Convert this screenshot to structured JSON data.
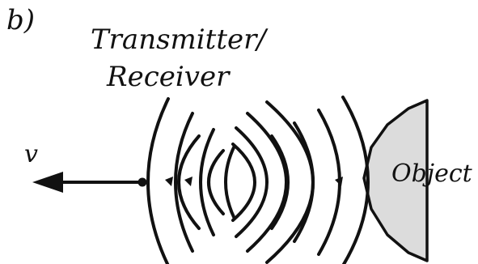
{
  "labels": {
    "panel": "b)",
    "transmitter_line1": "Transmitter/",
    "transmitter_line2": "Receiver",
    "velocity": "v",
    "object": "Object"
  },
  "colors": {
    "ink": "#111111",
    "object_fill": "#dcdcdc",
    "background": "#ffffff"
  }
}
